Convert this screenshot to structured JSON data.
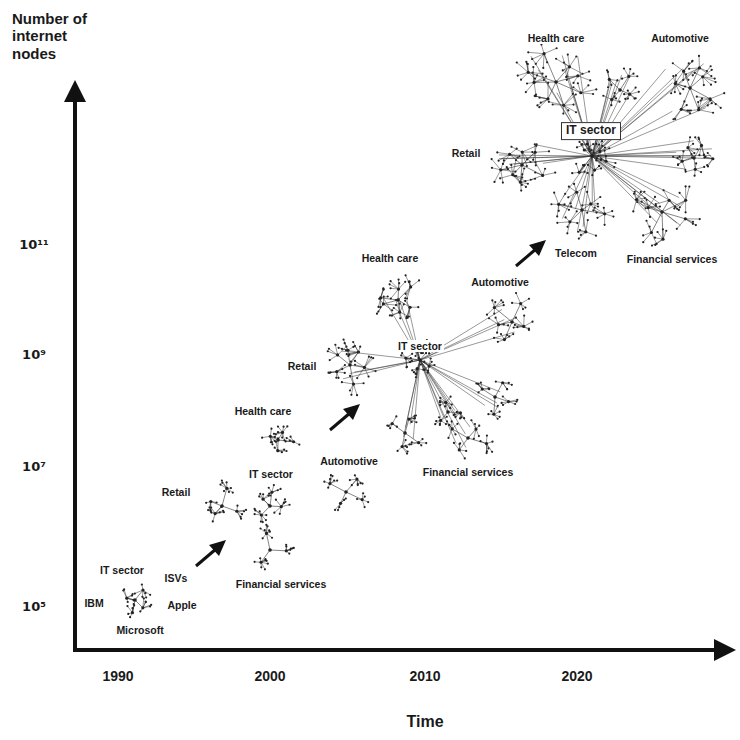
{
  "diagram": {
    "labels": [
      "Number of internet nodes",
      "10¹¹",
      "10⁹",
      "10⁷",
      "10⁵",
      "1990",
      "2000",
      "2010",
      "2020",
      "Time",
      "IT sector",
      "ISVs",
      "IBM",
      "Apple",
      "Microsoft",
      "Retail",
      "IT sector",
      "Health care",
      "Automotive",
      "Financial services",
      "Health care",
      "Automotive",
      "Retail",
      "IT sector",
      "Financial services",
      "Health care",
      "Automotive",
      "Retail",
      "IT sector",
      "Telecom",
      "Financial services"
    ]
  }
}
